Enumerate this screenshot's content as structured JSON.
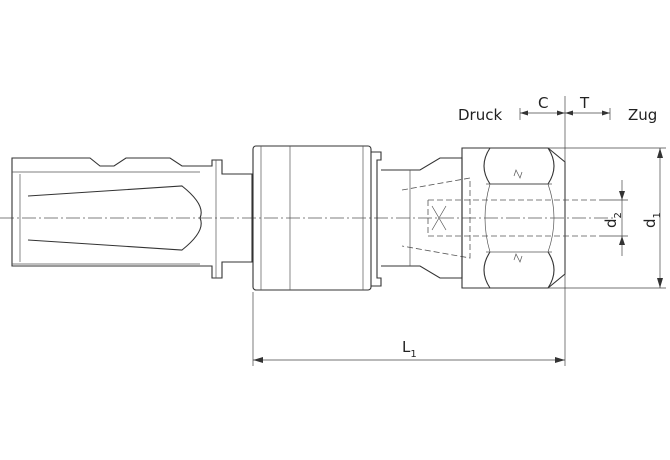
{
  "labels": {
    "druck": "Druck",
    "zug": "Zug",
    "c": "C",
    "t": "T",
    "l1_main": "L",
    "l1_sub": "1",
    "d1_main": "d",
    "d1_sub": "1",
    "d2_main": "d",
    "d2_sub": "2"
  }
}
